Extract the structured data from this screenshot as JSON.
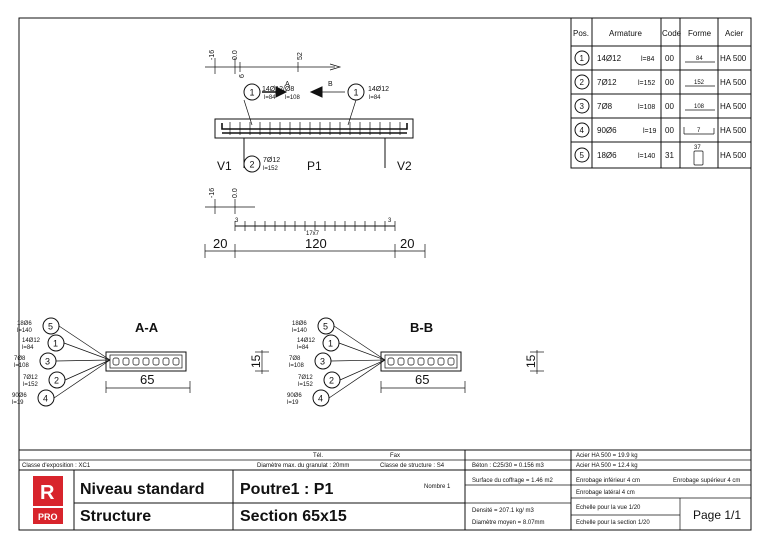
{
  "table": {
    "headers": [
      "Pos.",
      "Armature",
      "Code",
      "Forme",
      "Acier"
    ],
    "rows": [
      {
        "pos": "1",
        "armature": "14Ø12",
        "length": "l=84",
        "code": "00",
        "forme": "84",
        "acier": "HA 500"
      },
      {
        "pos": "2",
        "armature": "7Ø12",
        "length": "l=152",
        "code": "00",
        "forme": "152",
        "acier": "HA 500"
      },
      {
        "pos": "3",
        "armature": "7Ø8",
        "length": "l=108",
        "code": "00",
        "forme": "108",
        "acier": "HA 500"
      },
      {
        "pos": "4",
        "armature": "90Ø6",
        "length": "l=19",
        "code": "00",
        "forme": "7",
        "acier": "HA 500"
      },
      {
        "pos": "5",
        "armature": "18Ø6",
        "length": "l=140",
        "code": "31",
        "forme": "37",
        "acier": "HA 500"
      }
    ]
  },
  "elevation": {
    "supports": {
      "left": "V1",
      "right": "V2"
    },
    "span_label": "P1",
    "top_dims": [
      "-16",
      "0.0",
      "6",
      "52"
    ],
    "section_a": "A",
    "section_b": "B",
    "bar_1_left": {
      "pos": "1",
      "main": "14Ø12/Ø8",
      "sub1": "l=84",
      "sub2": "l=108"
    },
    "bar_1_right": {
      "pos": "1",
      "main": "14Ø12",
      "sub": "l=84"
    },
    "bar_2": {
      "pos": "2",
      "main": "7Ø12",
      "sub": "l=152"
    }
  },
  "spacing": {
    "top_dims": [
      "-16",
      "0.0"
    ],
    "left_tick": "3",
    "right_tick": "3",
    "stirrups": "17x7",
    "dims": [
      "20",
      "120",
      "20"
    ]
  },
  "section_left": {
    "title": "A-A",
    "width": "65",
    "height": "15",
    "labels": [
      {
        "pos": "5",
        "main": "18Ø6",
        "sub": "l=140"
      },
      {
        "pos": "1",
        "main": "14Ø12",
        "sub": "l=84"
      },
      {
        "pos": "3",
        "main": "7Ø8",
        "sub": "l=108"
      },
      {
        "pos": "2",
        "main": "7Ø12",
        "sub": "l=152"
      },
      {
        "pos": "4",
        "main": "90Ø6",
        "sub": "l=19"
      }
    ]
  },
  "section_right": {
    "title": "B-B",
    "width": "65",
    "height": "15",
    "labels": [
      {
        "pos": "5",
        "main": "18Ø6",
        "sub": "l=140"
      },
      {
        "pos": "1",
        "main": "14Ø12",
        "sub": "l=84"
      },
      {
        "pos": "3",
        "main": "7Ø8",
        "sub": "l=108"
      },
      {
        "pos": "2",
        "main": "7Ø12",
        "sub": "l=152"
      },
      {
        "pos": "4",
        "main": "90Ø6",
        "sub": "l=19"
      }
    ]
  },
  "titleblock": {
    "tel": "Tél.",
    "fax": "Fax",
    "exposition": "Classe d'exposition : XC1",
    "granulat": "Diamètre max. du granulat : 20mm",
    "structure_class": "Classe de structure : S4",
    "beton": "Béton : C25/30 = 0.156 m3",
    "steel_1": "Acier HA 500 = 19.9 kg",
    "steel_2": "Acier HA 500 = 12.4 kg",
    "logo_letter": "R",
    "logo_sub": "PRO",
    "level": "Niveau standard",
    "discipline": "Structure",
    "element": "Poutre1 : P1",
    "section": "Section 65x15",
    "nombre": "Nombre 1",
    "coffrage": "Surface du coffrage = 1.46 m2",
    "enrobage_inf": "Enrobage inférieur 4 cm",
    "enrobage_sup": "Enrobage supérieur 4 cm",
    "enrobage_lat": "Enrobage latéral 4 cm",
    "densite": "Densité = 207.1 kg/ m3",
    "diametre": "Diamètre moyen = 8.07mm",
    "echelle_vue": "Echelle pour la vue 1/20",
    "echelle_section": "Echelle pour la section 1/20",
    "page": "Page 1/1"
  },
  "colors": {
    "logo_red": "#d8242c",
    "line": "#111111"
  }
}
